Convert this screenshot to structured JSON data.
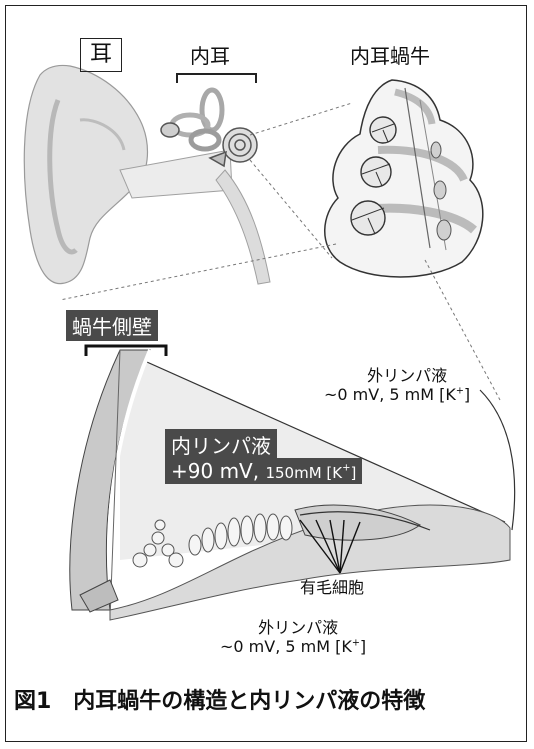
{
  "labels": {
    "ear": "耳",
    "inner_ear": "内耳",
    "cochlea": "内耳蝸牛",
    "lateral_wall": "蝸牛側壁",
    "perilymph_top_name": "外リンパ液",
    "perilymph_top_values": "~0 mV, 5 mM [K",
    "perilymph_top_plus": "+",
    "perilymph_top_close": "]",
    "endolymph_name": "内リンパ液",
    "endolymph_voltage": "+90 mV,",
    "endolymph_conc": "150mM [K",
    "endolymph_plus": "+",
    "endolymph_close": "]",
    "hair_cells": "有毛細胞",
    "perilymph_bottom_name": "外リンパ液",
    "perilymph_bottom_values": "~0 mV, 5 mM [K",
    "perilymph_bottom_plus": "+",
    "perilymph_bottom_close": "]"
  },
  "caption": "図1　内耳蝸牛の構造と内リンパ液の特徴",
  "colors": {
    "dark_label_bg": "#4a4a4a",
    "tissue_light": "#e6e6e6",
    "tissue_mid": "#c8c8c8",
    "line": "#333333"
  }
}
